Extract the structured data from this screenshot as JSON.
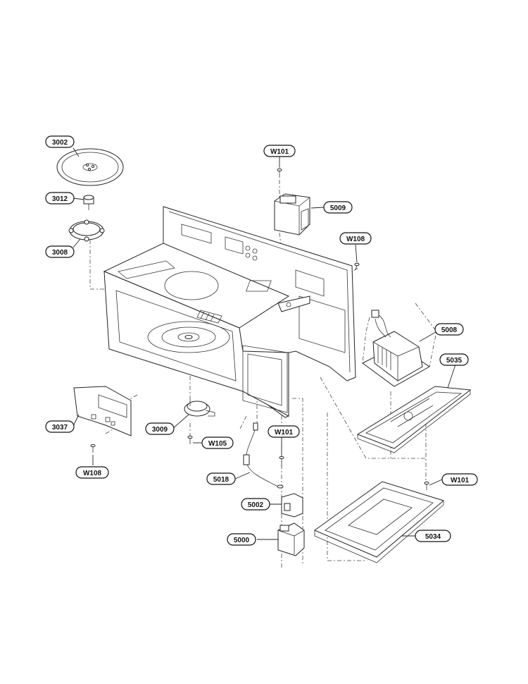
{
  "callouts": [
    {
      "id": "3002",
      "text": "3002"
    },
    {
      "id": "3012",
      "text": "3012"
    },
    {
      "id": "3008",
      "text": "3008"
    },
    {
      "id": "W101-top",
      "text": "W101"
    },
    {
      "id": "5009",
      "text": "5009"
    },
    {
      "id": "W108-right",
      "text": "W108"
    },
    {
      "id": "5008",
      "text": "5008"
    },
    {
      "id": "5035",
      "text": "5035"
    },
    {
      "id": "3037",
      "text": "3037"
    },
    {
      "id": "3009",
      "text": "3009"
    },
    {
      "id": "W105",
      "text": "W105"
    },
    {
      "id": "W108-left",
      "text": "W108"
    },
    {
      "id": "W101-mid",
      "text": "W101"
    },
    {
      "id": "5018",
      "text": "5018"
    },
    {
      "id": "5002",
      "text": "5002"
    },
    {
      "id": "5000",
      "text": "5000"
    },
    {
      "id": "W101-right",
      "text": "W101"
    },
    {
      "id": "5034",
      "text": "5034"
    }
  ],
  "colors": {
    "line": "#222222",
    "background": "#ffffff"
  }
}
